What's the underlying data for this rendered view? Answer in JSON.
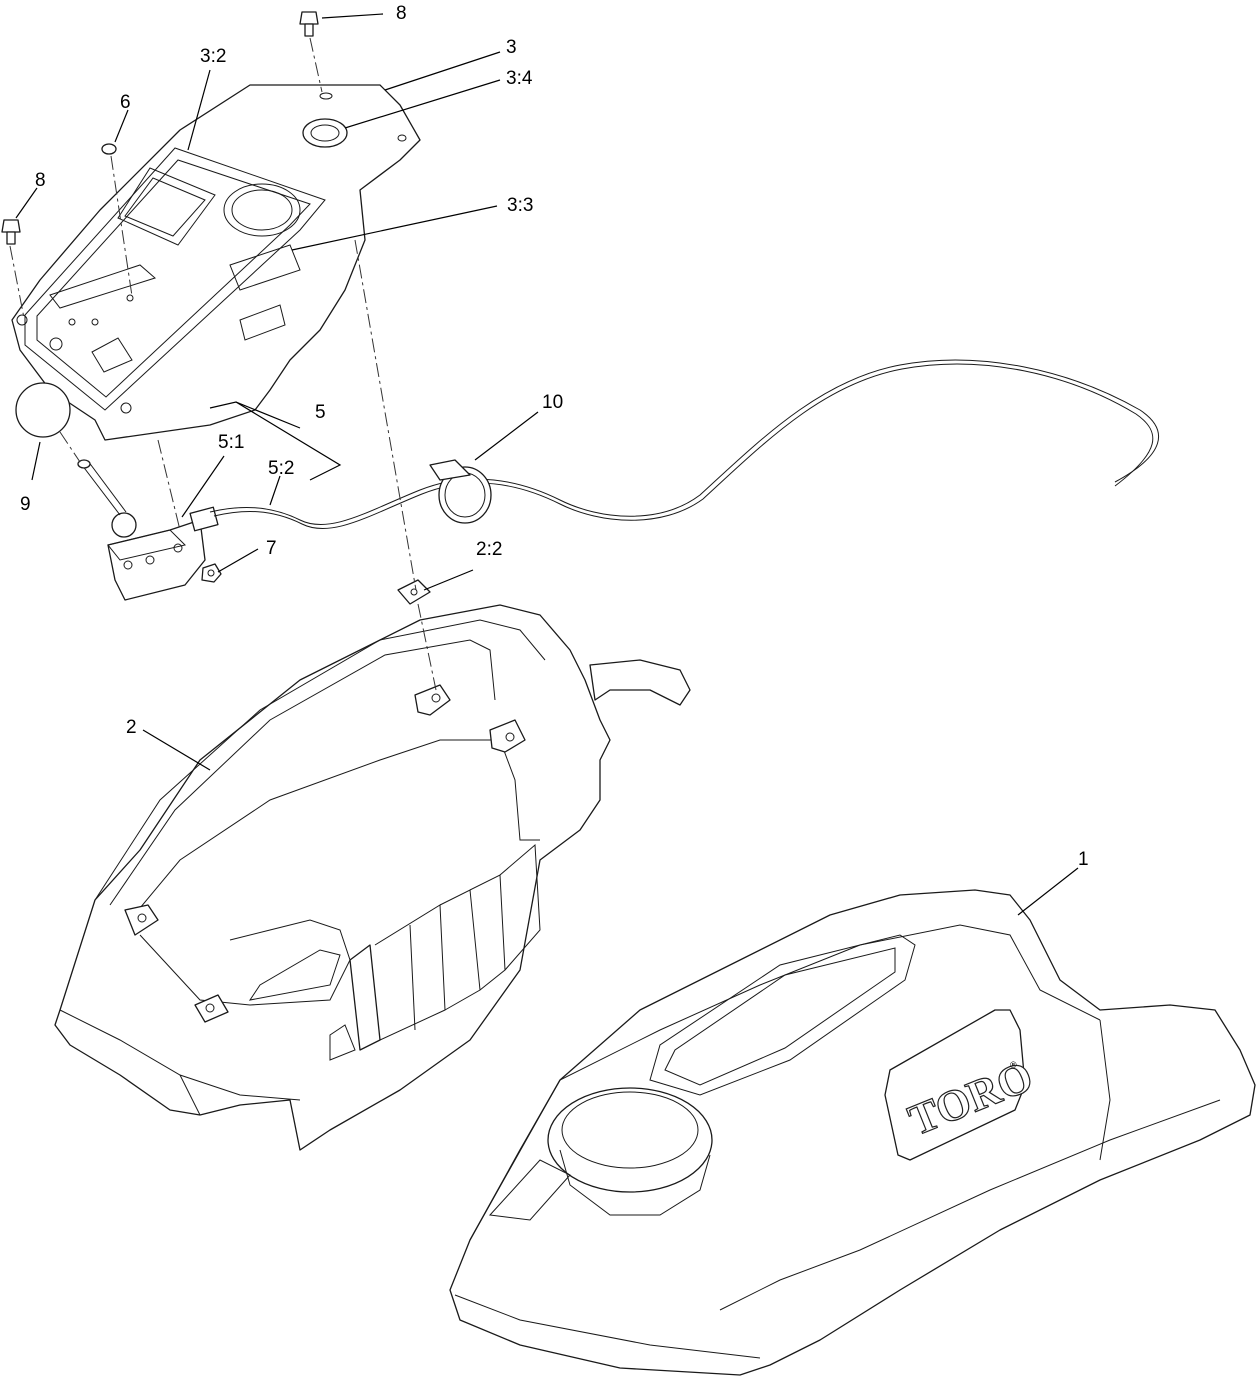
{
  "diagram": {
    "callouts": {
      "c1": "1",
      "c2": "2",
      "c2_2": "2:2",
      "c3": "3",
      "c3_2": "3:2",
      "c3_3": "3:3",
      "c3_4": "3:4",
      "c5": "5",
      "c5_1": "5:1",
      "c5_2": "5:2",
      "c6": "6",
      "c7": "7",
      "c8_top": "8",
      "c8_left": "8",
      "c9": "9",
      "c10": "10"
    },
    "logo_text": "TORO",
    "logo_mark": "®"
  }
}
